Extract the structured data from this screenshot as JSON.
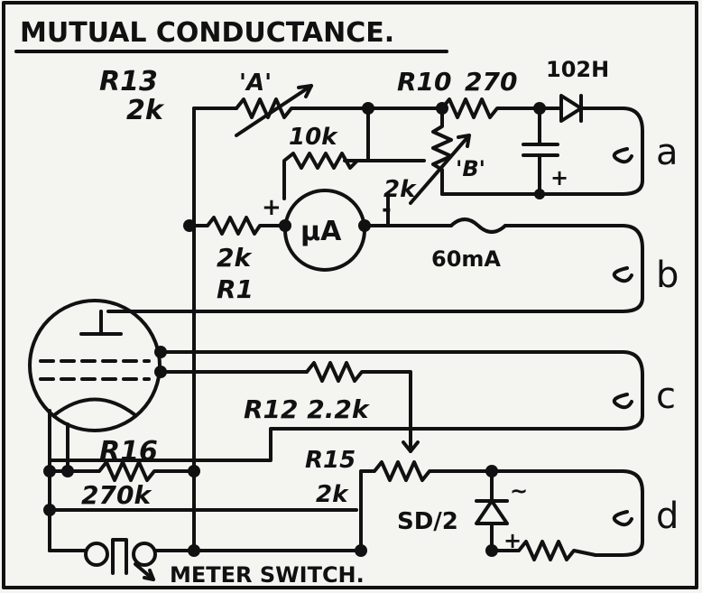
{
  "title": "MUTUAL  CONDUCTANCE.",
  "labels": {
    "r13_name": "R13",
    "r13_value": "2k",
    "pot_a": "'A'",
    "r10": "R10",
    "r10_value": "270",
    "choke": "102H",
    "r_10k": "10k",
    "pot_b": "'B'",
    "pot_b_value": "2k",
    "meter": "μA",
    "meter_plus": "+",
    "meter_minus": "-",
    "r1_value": "2k",
    "r1_name": "R1",
    "fuse": "60mA",
    "r12": "R12  2.2k",
    "r16": "R16",
    "r16_value": "270k",
    "r15_name": "R15",
    "r15_value": "2k",
    "rect": "SD/2",
    "tilde": "~",
    "rect_plus": "+",
    "cap_plus": "+",
    "switch": "METER  SWITCH.",
    "a": "a",
    "b": "b",
    "c": "c",
    "d": "d"
  }
}
